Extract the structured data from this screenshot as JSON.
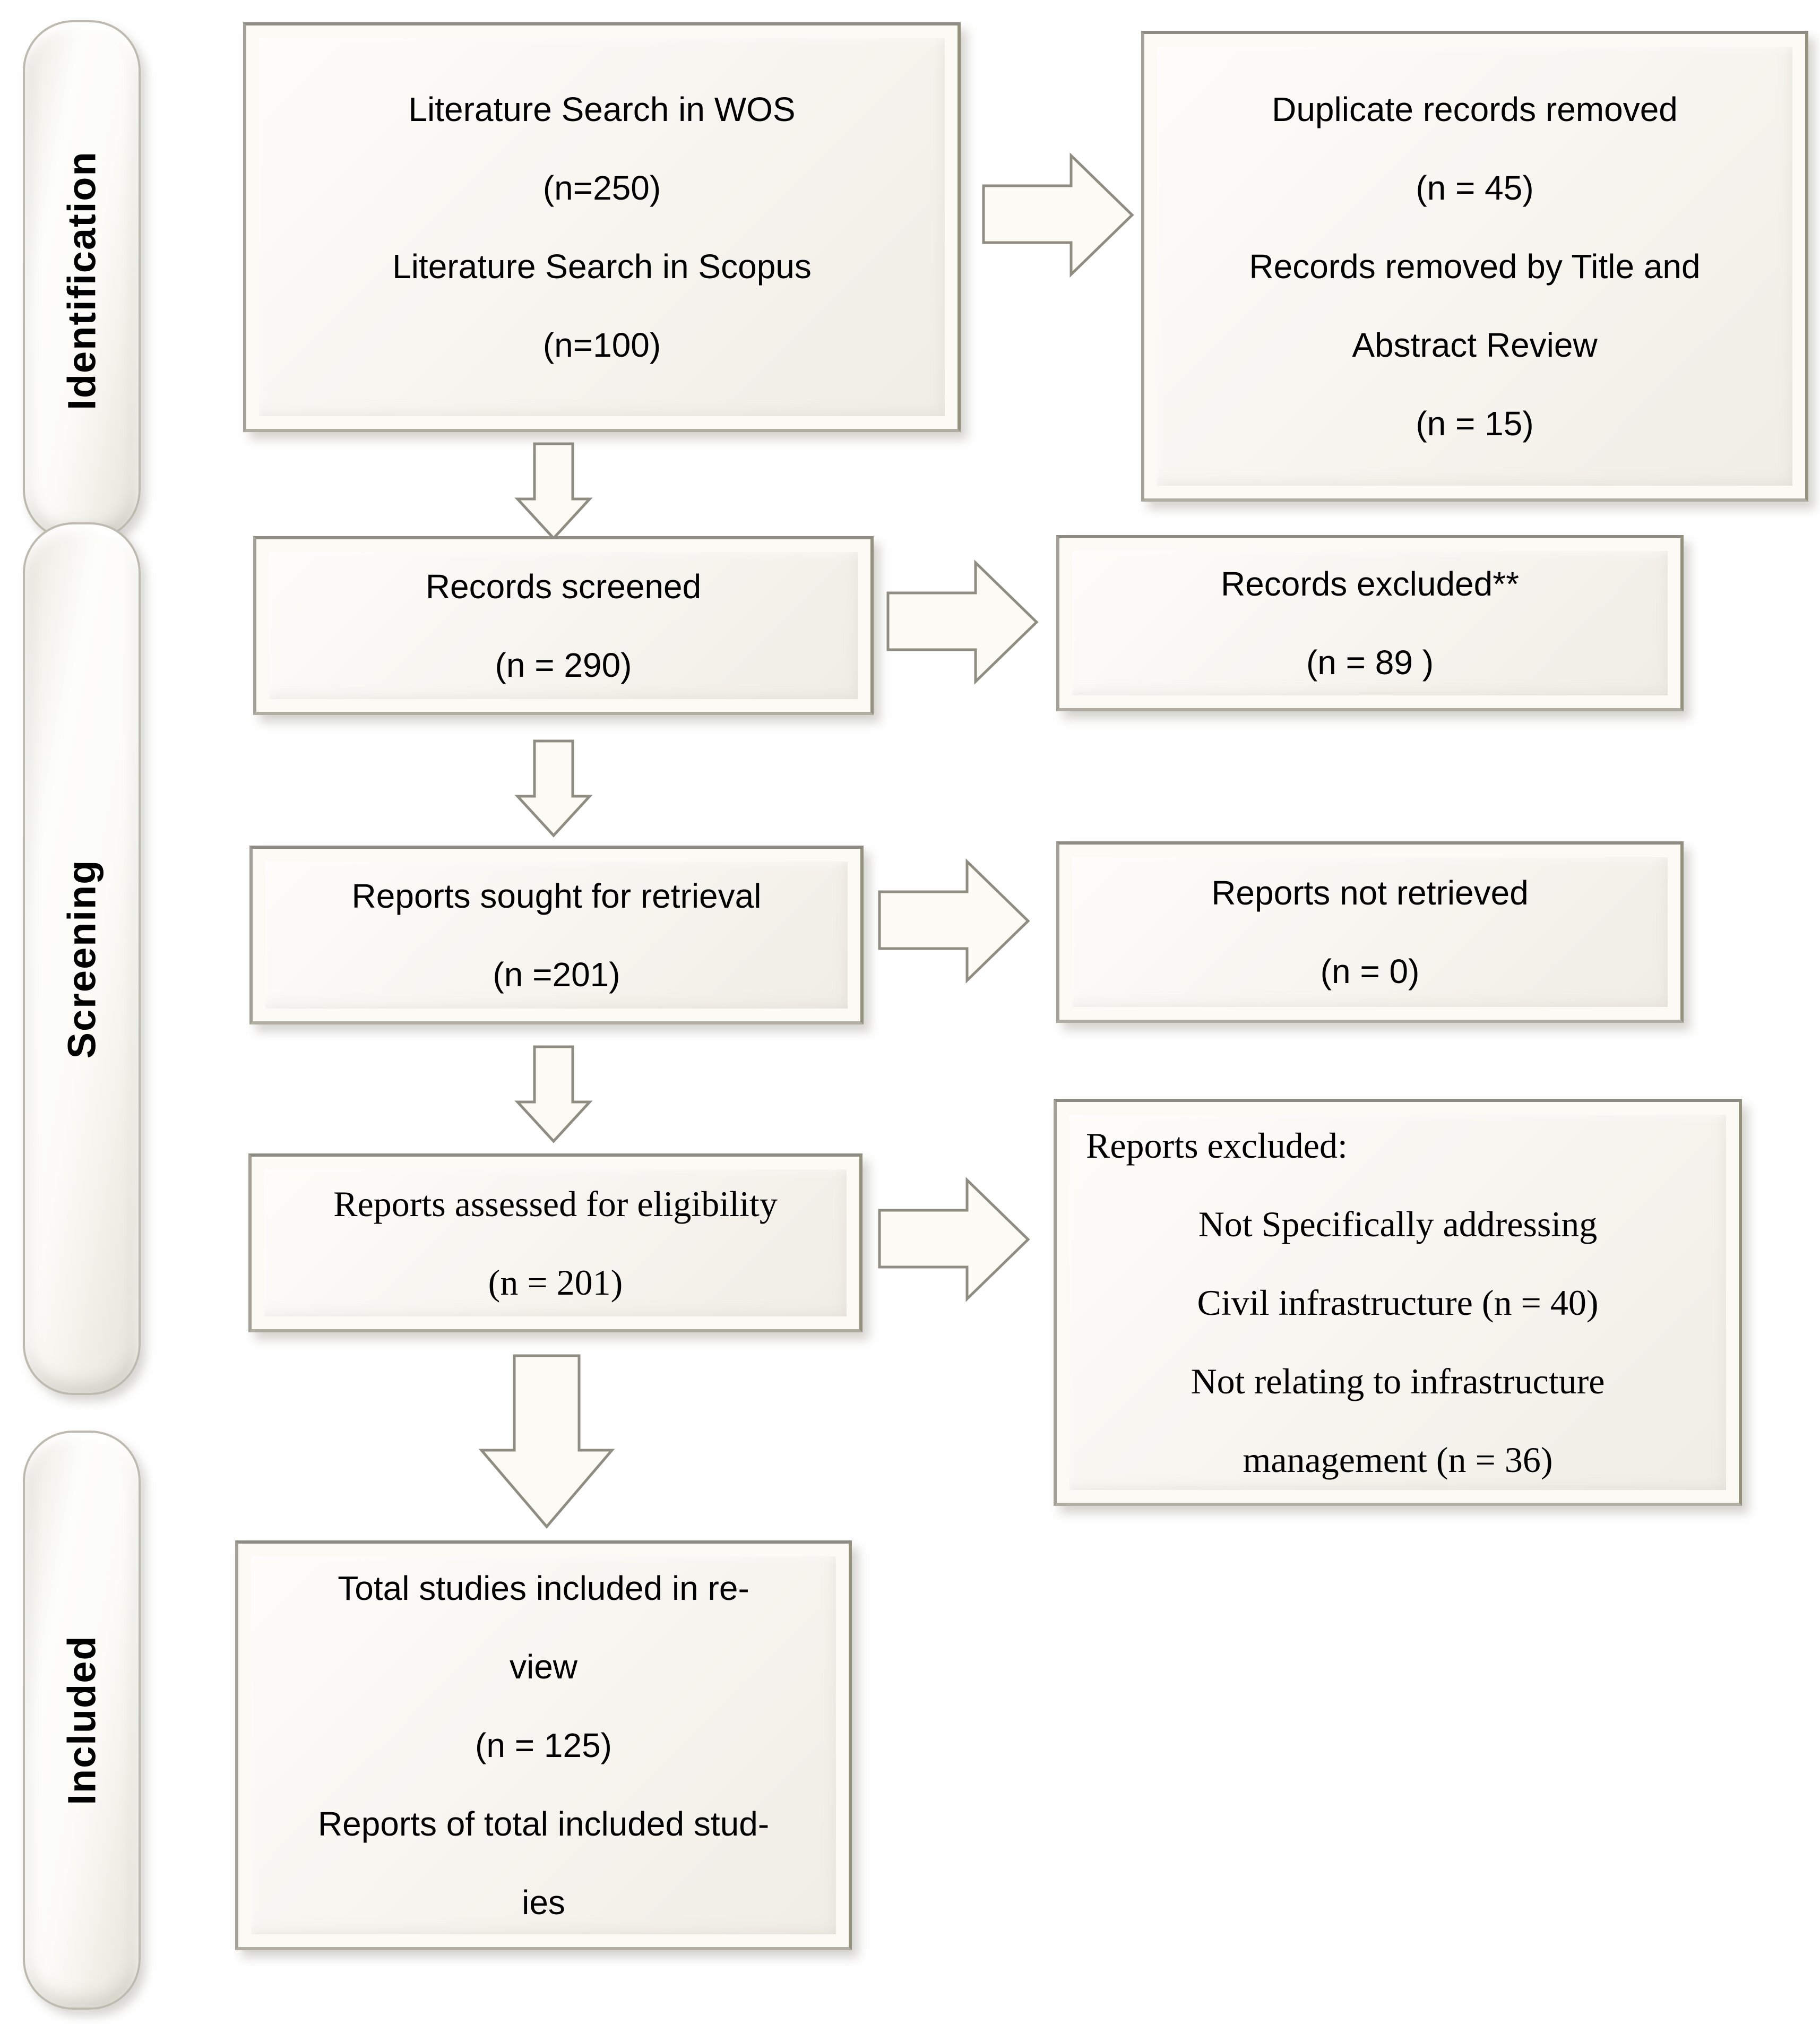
{
  "palette": {
    "background": "#ffffff",
    "box_fill": "#f8f6f0",
    "box_border": "#8f8d82",
    "arrow_fill": "#fbfaf5",
    "arrow_outline": "#8f8d82",
    "text": "#000000"
  },
  "stages": [
    {
      "label": "Identification"
    },
    {
      "label": "Screening"
    },
    {
      "label": "Included"
    }
  ],
  "boxes": {
    "literature_search": {
      "lines": [
        "Literature Search in WOS",
        "(n=250)",
        "Literature Search in Scopus",
        "(n=100)"
      ]
    },
    "duplicates_removed": {
      "lines": [
        "Duplicate records removed",
        "(n = 45)",
        "Records removed by Title and",
        "Abstract Review",
        "(n = 15)"
      ]
    },
    "records_screened": {
      "lines": [
        "Records screened",
        "(n = 290)"
      ]
    },
    "records_excluded": {
      "lines": [
        "Records excluded**",
        "(n = 89 )"
      ]
    },
    "reports_sought": {
      "lines": [
        "Reports sought for retrieval",
        "(n =201)"
      ]
    },
    "reports_not_retrieved": {
      "lines": [
        "Reports not retrieved",
        "(n = 0)"
      ]
    },
    "reports_assessed": {
      "lines": [
        "Reports assessed for eligibility",
        "(n = 201)"
      ]
    },
    "reports_excluded": {
      "heading": "Reports excluded:",
      "lines": [
        "Not Specifically addressing",
        "Civil infrastructure (n = 40)",
        "Not relating to infrastructure",
        "management (n = 36)"
      ]
    },
    "total_included": {
      "lines": [
        "Total studies included in re-",
        "view",
        "(n = 125)",
        "Reports of total included stud-",
        "ies"
      ]
    }
  }
}
